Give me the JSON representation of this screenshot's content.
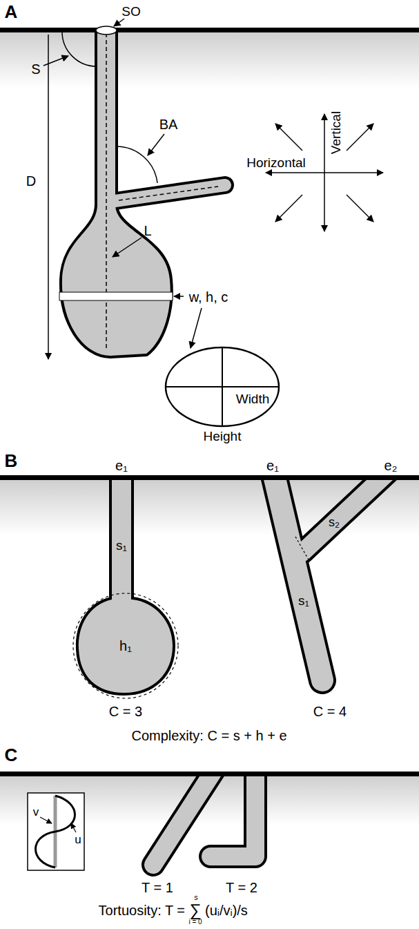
{
  "diagram": {
    "labels": [
      "A",
      "SO",
      "S",
      "BA",
      "D",
      "L",
      "Vertical",
      "Horizontal",
      "w, h, c",
      "Width",
      "Height",
      "B",
      "e₁",
      "e₁",
      "e₂",
      "s₁",
      "h₁",
      "s₂",
      "s₁",
      "C = 3",
      "C = 4",
      "Complexity: C = s + h + e",
      "C",
      "v",
      "u",
      "T = 1",
      "T = 2",
      "Tortuosity: T =",
      "∑",
      "s",
      "i = 0",
      "(uᵢ/vᵢ)/s"
    ]
  }
}
